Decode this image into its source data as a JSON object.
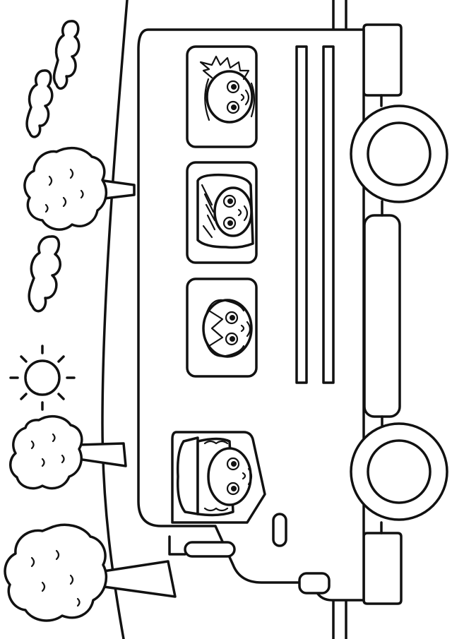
{
  "scene": {
    "background_color": "#ffffff",
    "line_color": "#111111",
    "elements": [
      "school-bus",
      "driver",
      "passengers",
      "trees",
      "clouds",
      "sun",
      "road",
      "hill"
    ]
  },
  "passengers": [
    {
      "name": "passenger-boy",
      "hair": "spiky"
    },
    {
      "name": "passenger-girl-long-hair",
      "hair": "long"
    },
    {
      "name": "passenger-girl-bangs",
      "hair": "bangs"
    }
  ]
}
